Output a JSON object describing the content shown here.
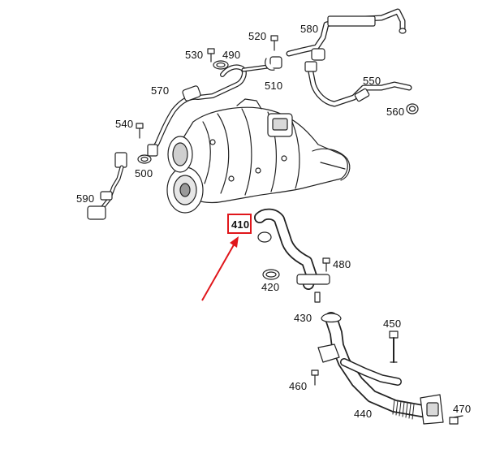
{
  "diagram": {
    "part_labels": {
      "p580": "580",
      "p520": "520",
      "p530": "530",
      "p490": "490",
      "p510": "510",
      "p570": "570",
      "p550": "550",
      "p560": "560",
      "p540": "540",
      "p500": "500",
      "p590": "590",
      "p410": "410",
      "p480": "480",
      "p420": "420",
      "p430": "430",
      "p450": "450",
      "p460": "460",
      "p440": "440",
      "p470": "470"
    },
    "highlighted_part": "410",
    "colors": {
      "highlight": "#e0161b",
      "line": "#222222",
      "fill": "#ffffff",
      "shade": "#bdbdbd"
    }
  }
}
